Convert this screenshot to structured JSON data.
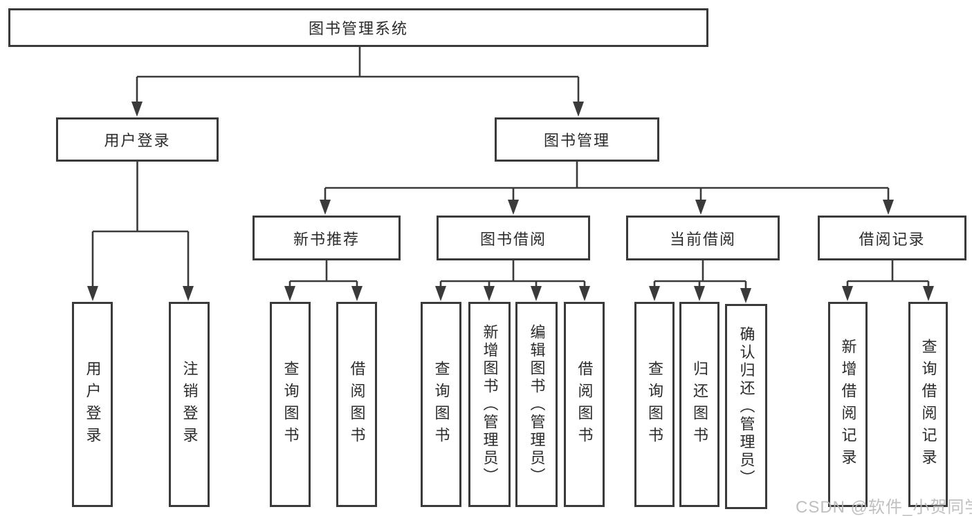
{
  "diagram_type": "hierarchy-tree",
  "tree": {
    "root": {
      "label": "图书管理系统"
    },
    "children": [
      {
        "label": "用户登录",
        "children": [
          {
            "label": "用户登录"
          },
          {
            "label": "注销登录"
          }
        ]
      },
      {
        "label": "图书管理",
        "children": [
          {
            "label": "新书推荐",
            "children": [
              {
                "label": "查询图书"
              },
              {
                "label": "借阅图书"
              }
            ]
          },
          {
            "label": "图书借阅",
            "children": [
              {
                "label": "查询图书"
              },
              {
                "label": "新增图书（管理员）"
              },
              {
                "label": "编辑图书（管理员）"
              },
              {
                "label": "借阅图书"
              }
            ]
          },
          {
            "label": "当前借阅",
            "children": [
              {
                "label": "查询图书"
              },
              {
                "label": "归还图书"
              },
              {
                "label": "确认归还（管理员）"
              }
            ]
          },
          {
            "label": "借阅记录",
            "children": [
              {
                "label": "新增借阅记录"
              },
              {
                "label": "查询借阅记录"
              }
            ]
          }
        ]
      }
    ]
  },
  "watermark": {
    "text": "CSDN @软件_小贺同学"
  },
  "colors": {
    "line": "#3a3a3a",
    "box_border": "#3a3a3a",
    "text": "#2b2b2b",
    "watermark": "#b9b9b9",
    "background": "#ffffff"
  }
}
